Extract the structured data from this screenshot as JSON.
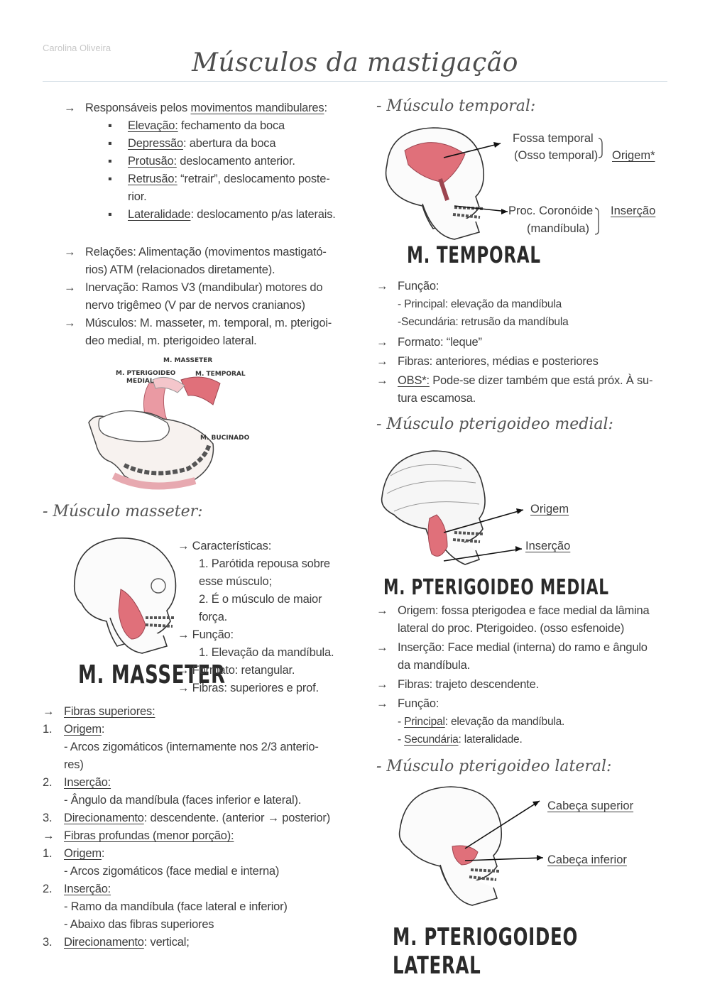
{
  "author": "Carolina Oliveira",
  "title": "Músculos da mastigação",
  "left": {
    "intro_prefix": "Responsáveis pelos ",
    "intro_link": "movimentos mandibulares",
    "intro_suffix": ":",
    "movements": [
      {
        "term": "Elevação:",
        "desc": " fechamento da boca"
      },
      {
        "term": "Depressão",
        "desc": ": abertura da boca"
      },
      {
        "term": "Protusão:",
        "desc": " deslocamento anterior."
      },
      {
        "term": "Retrusão:",
        "desc": " “retrair”, deslocamento poste-"
      },
      {
        "term": "",
        "desc": "rior."
      },
      {
        "term": "Lateralidade",
        "desc": ": deslocamento p/as laterais."
      }
    ],
    "relacoes_1": "Relações: Alimentação (movimentos mastigató-",
    "relacoes_2": "rios) ATM (relacionados diretamente).",
    "inervacao_1": "Inervação: Ramos V3 (mandibular) motores do",
    "inervacao_2": "nervo trigêmeo (V par de nervos cranianos)",
    "musculos_1": "Músculos: M. masseter, m. temporal, m. pterigoi-",
    "musculos_2": "deo medial, m. pterigoideo lateral.",
    "fig_labels": {
      "masseter": "M. MASSETER",
      "pterigoideo": "M. PTERIGOIDEO",
      "medial": "MEDIAL",
      "temporal": "M. TEMPORAL",
      "bucinador": "M. BUCINADO"
    }
  },
  "masseter": {
    "heading": "- Músculo masseter:",
    "label": "M. MASSETER",
    "lines": [
      "→ Características:",
      "1. Parótida repousa sobre",
      "esse músculo;",
      "2. É o músculo de maior",
      "força.",
      "→ Função:",
      "1. Elevação da mandíbula.",
      "→ Formato: retangular.",
      "→ Fibras: superiores e prof."
    ]
  },
  "fibras": {
    "sup_title": "Fibras superiores:",
    "sup": [
      {
        "num": "1.",
        "term": "Origem",
        "rest": ":"
      },
      {
        "num": "",
        "term": "",
        "rest": "- Arcos zigomáticos (internamente nos 2/3 anterio-"
      },
      {
        "num": "",
        "term": "",
        "rest": "res)"
      },
      {
        "num": "2.",
        "term": "Inserção:",
        "rest": ""
      },
      {
        "num": "",
        "term": "",
        "rest": "- Ângulo da mandíbula (faces inferior e lateral)."
      },
      {
        "num": "3.",
        "term": "Direcionamento",
        "rest": ": descendente. (anterior → posterior)"
      }
    ],
    "prof_title": "Fibras profundas (menor porção):",
    "prof": [
      {
        "num": "1.",
        "term": "Origem",
        "rest": ":"
      },
      {
        "num": "",
        "term": "",
        "rest": "- Arcos zigomáticos (face medial e interna)"
      },
      {
        "num": "2.",
        "term": "Inserção:",
        "rest": ""
      },
      {
        "num": "",
        "term": "",
        "rest": "- Ramo da mandíbula (face lateral e inferior)"
      },
      {
        "num": "",
        "term": "",
        "rest": "- Abaixo das fibras superiores"
      },
      {
        "num": "3.",
        "term": "Direcionamento",
        "rest": ": vertical;"
      }
    ]
  },
  "temporal": {
    "heading": "- Músculo temporal:",
    "fossa_1": "Fossa temporal",
    "fossa_2": "(Osso temporal)",
    "origem": "Origem*",
    "proc_1": "Proc. Coronóide",
    "proc_2": "(mandíbula)",
    "insercao": "Inserção",
    "label": "M. TEMPORAL",
    "funcao": "Função:",
    "principal": "- Principal: elevação da mandíbula",
    "secundaria": "-Secundária: retrusão da mandíbula",
    "formato": "Formato: “leque”",
    "fibras": "Fibras: anteriores, médias e posteriores",
    "obs_term": "OBS*:",
    "obs_1": " Pode-se dizer também que está próx. À su-",
    "obs_2": "tura escamosa."
  },
  "ptm": {
    "heading": "- Músculo pterigoideo medial:",
    "origem": "Origem",
    "insercao": "Inserção",
    "label": "M. PTERIGOIDEO MEDIAL",
    "origem_1": "Origem: fossa pterigodea e face medial da lâmina",
    "origem_2": "lateral do proc. Pterigoideo. (osso esfenoide)",
    "insercao_1": "Inserção: Face medial (interna) do ramo e ângulo",
    "insercao_2": "da mandíbula.",
    "fibras": "Fibras: trajeto descendente.",
    "funcao": "Função:",
    "principal_term": "Principal",
    "principal_rest": ": elevação da mandíbula.",
    "secundaria_term": "Secundária",
    "secundaria_rest": ": lateralidade."
  },
  "ptl": {
    "heading": "- Músculo pterigoideo lateral:",
    "cabeca_sup": "Cabeça superior",
    "cabeca_inf": "Cabeça inferior",
    "label": "M. PTERIOGOIDEO LATERAL"
  },
  "colors": {
    "muscle": "#e0707a",
    "rule": "#cfdbe3",
    "text": "#3d3d3d"
  }
}
